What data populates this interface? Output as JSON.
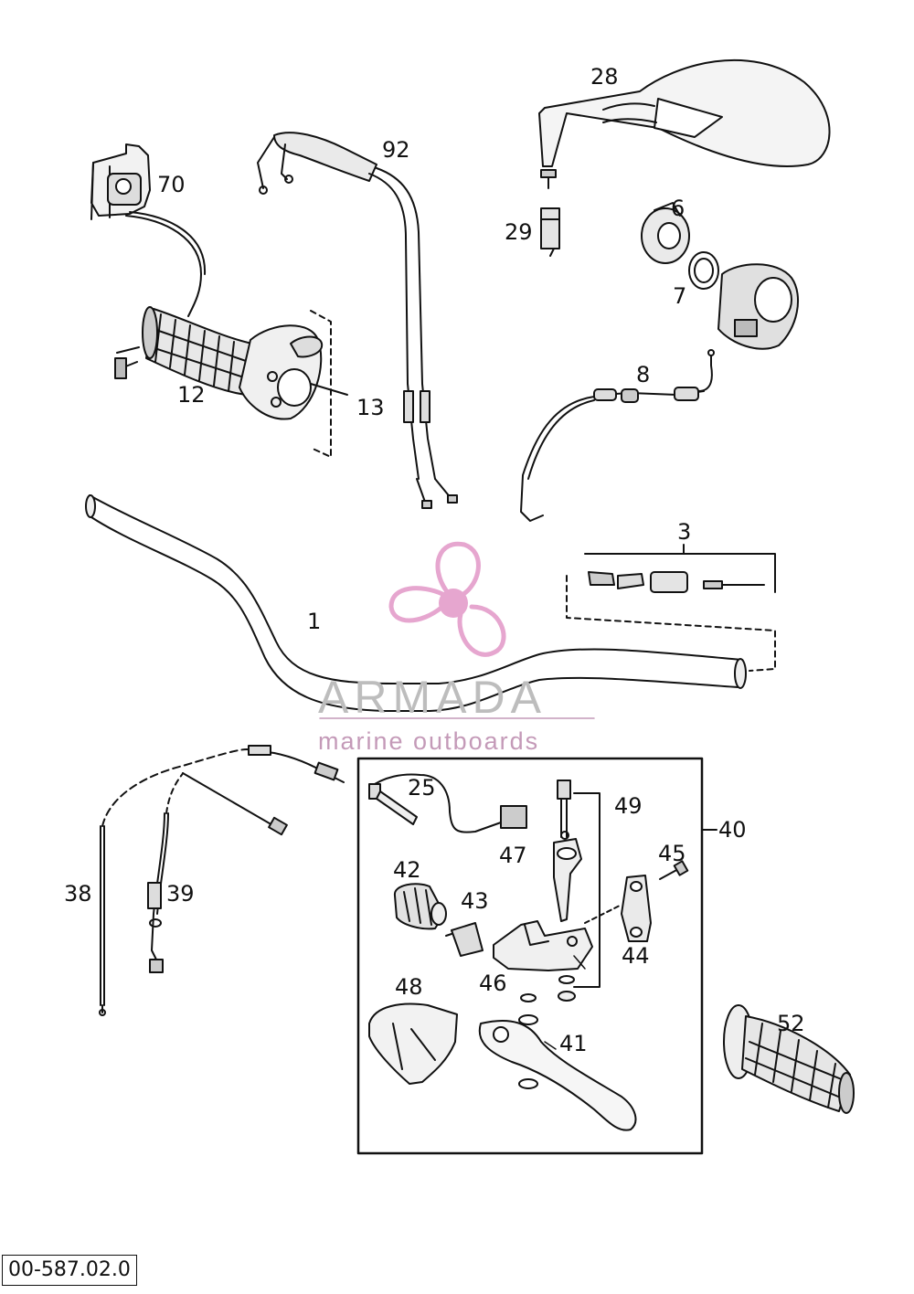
{
  "diagram": {
    "callouts": {
      "c1": "1",
      "c3": "3",
      "c6": "6",
      "c7": "7",
      "c8": "8",
      "c12": "12",
      "c13": "13",
      "c25": "25",
      "c28": "28",
      "c29": "29",
      "c38": "38",
      "c39": "39",
      "c40": "40",
      "c41": "41",
      "c42": "42",
      "c43": "43",
      "c44": "44",
      "c45": "45",
      "c46": "46",
      "c47": "47",
      "c48": "48",
      "c49": "49",
      "c52": "52",
      "c70": "70",
      "c92": "92"
    },
    "document_id": "00-587.02.0"
  },
  "watermark": {
    "brand": "ARMADA",
    "tagline": "marine outboards",
    "logo_color": "#e6a6cf"
  }
}
